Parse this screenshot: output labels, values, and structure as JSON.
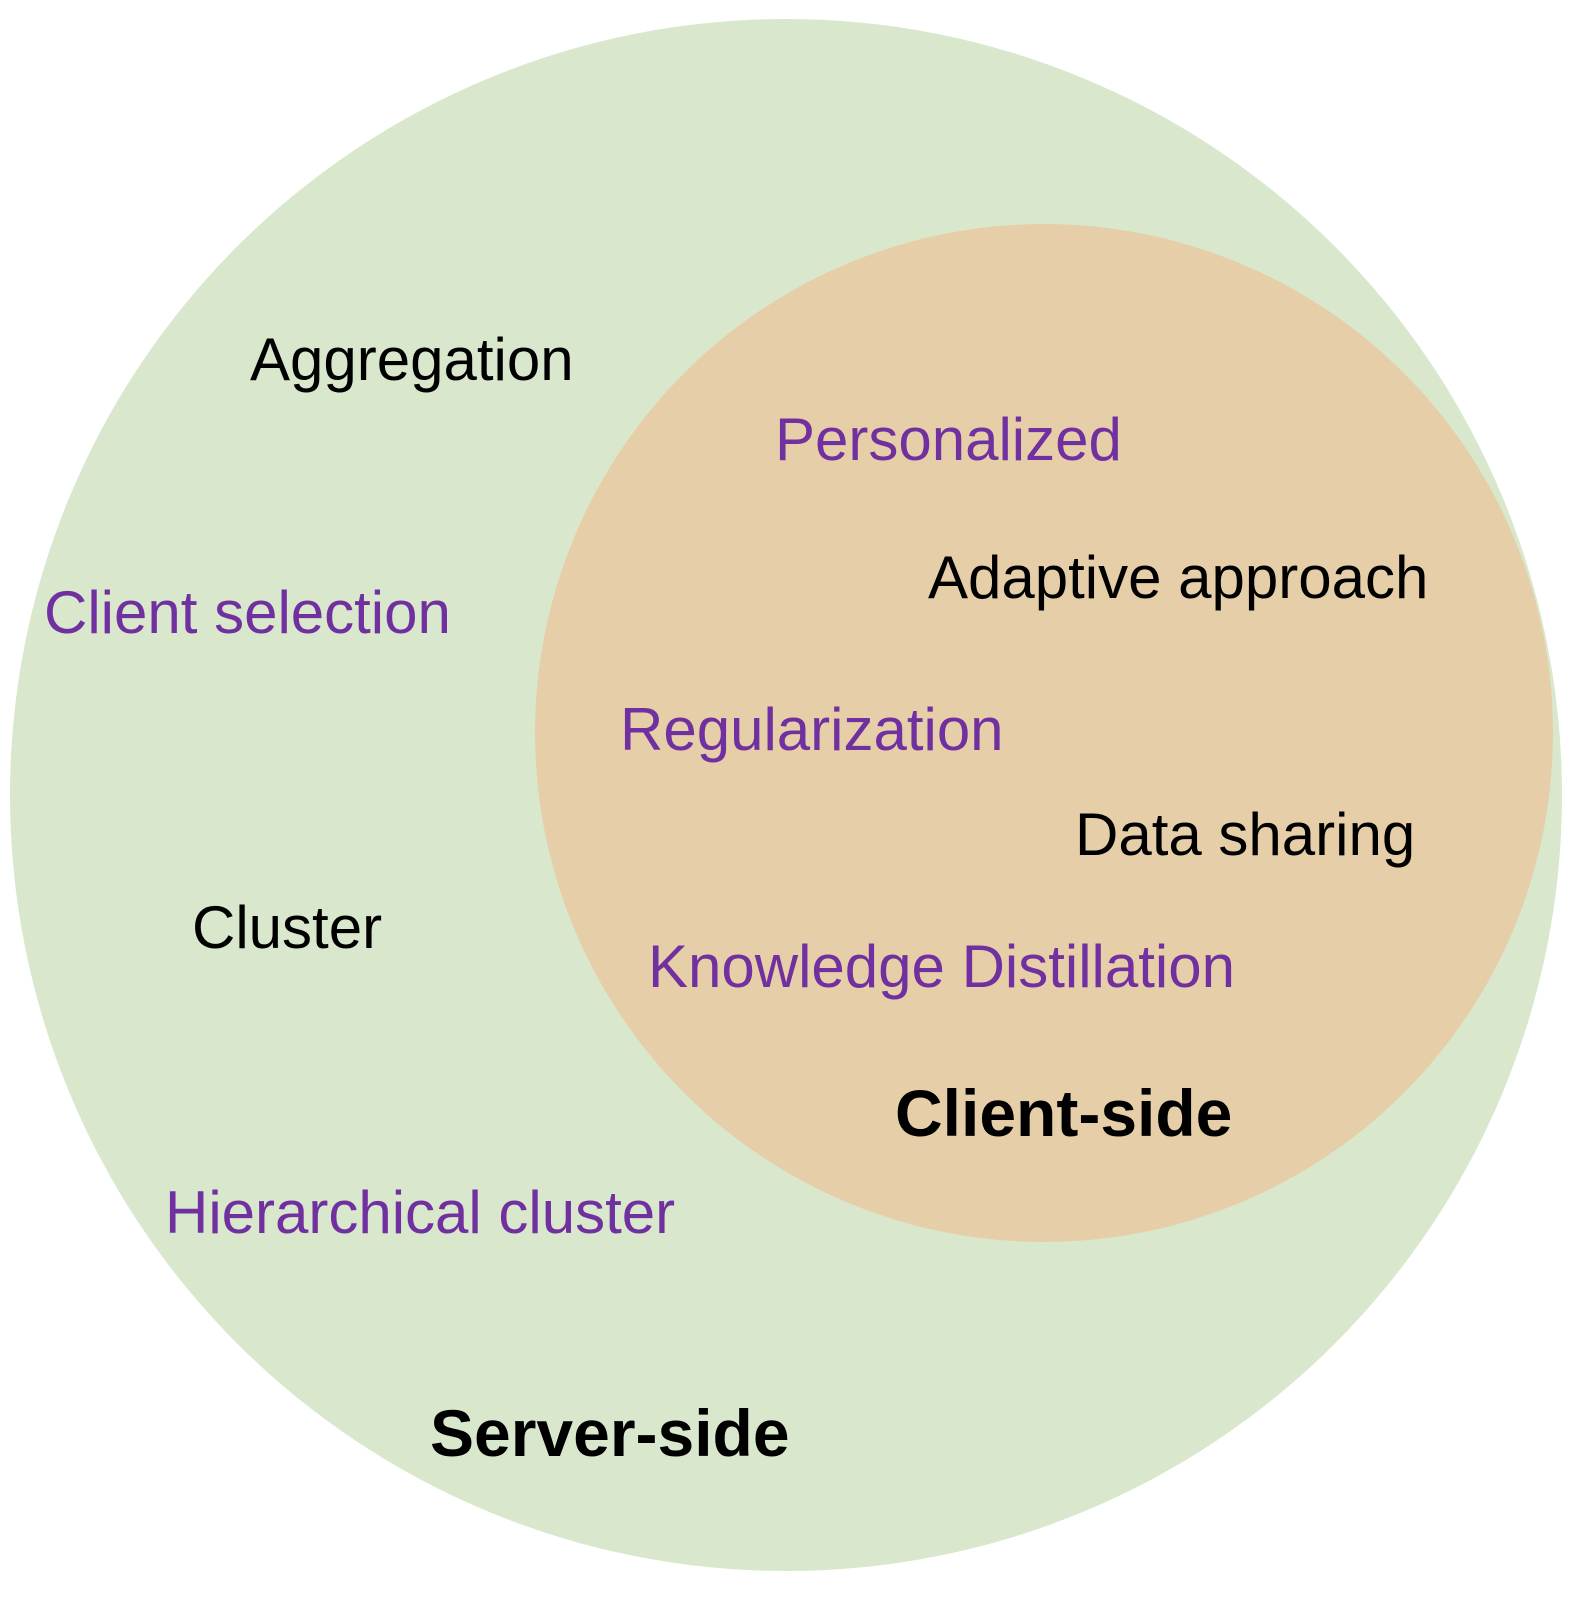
{
  "colors": {
    "server_fill": "#D9E8CC",
    "client_fill": "#E6CFA8",
    "purple_text": "#7030A0",
    "black_text": "#000000"
  },
  "server": {
    "title": "Server-side",
    "items": {
      "aggregation": "Aggregation",
      "client_selection": "Client selection",
      "cluster": "Cluster",
      "hierarchical_cluster": "Hierarchical cluster"
    }
  },
  "client": {
    "title": "Client-side",
    "items": {
      "personalized": "Personalized",
      "adaptive_approach": "Adaptive approach",
      "regularization": "Regularization",
      "data_sharing": "Data sharing",
      "knowledge_distillation": "Knowledge Distillation"
    }
  }
}
